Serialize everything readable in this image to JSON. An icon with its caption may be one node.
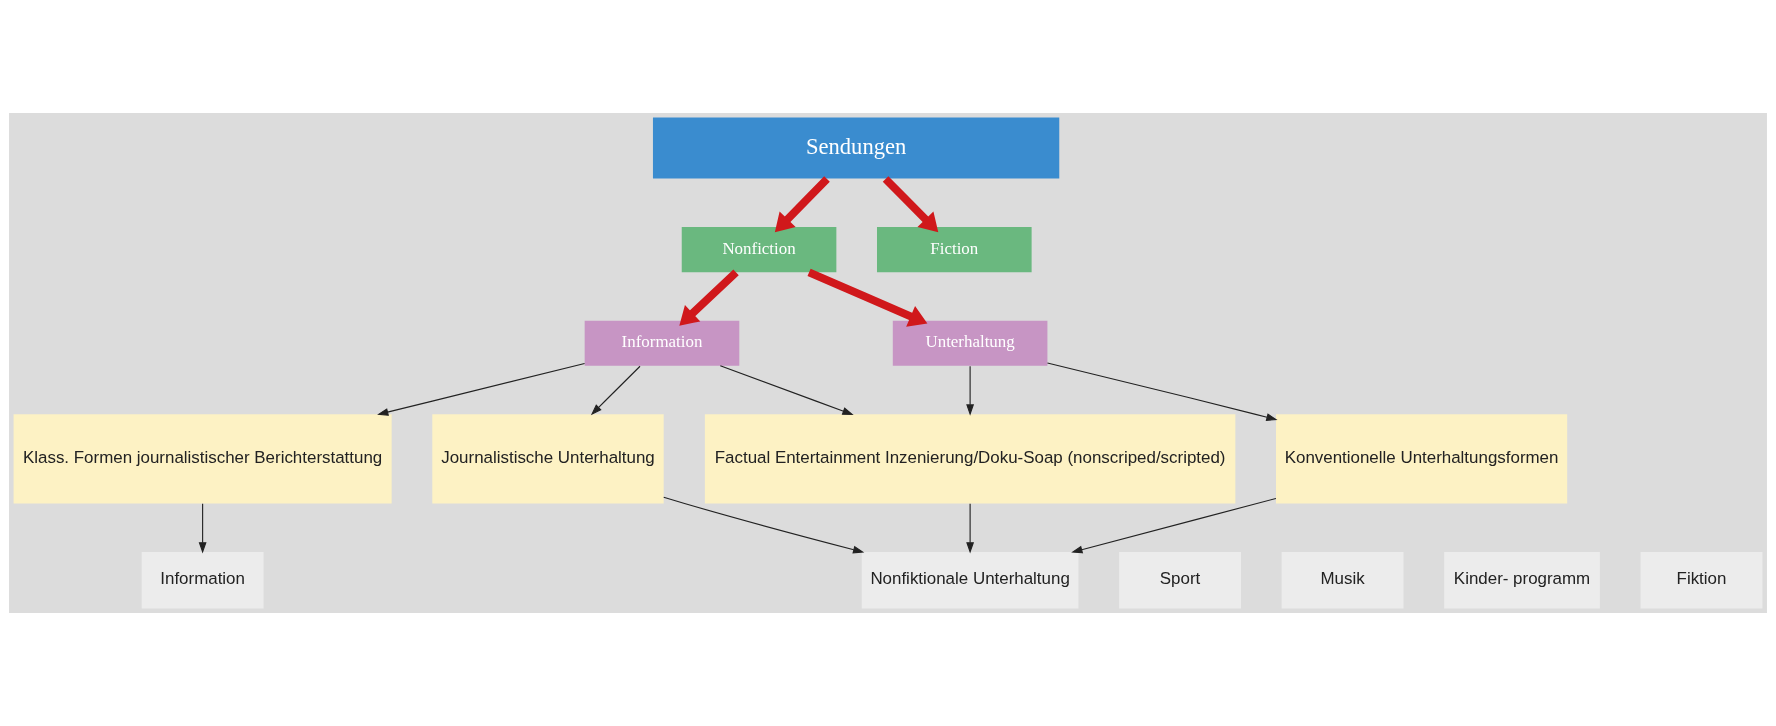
{
  "diagram": {
    "nodes": [
      {
        "text": [
          "Sendungen"
        ]
      },
      {
        "text": [
          "Nonfiction"
        ]
      },
      {
        "text": [
          "Fiction"
        ]
      },
      {
        "text": [
          "Information"
        ]
      },
      {
        "text": [
          "Unterhaltung"
        ]
      },
      {
        "text": [
          "Klass. Formen journalistischer Berichterstattung"
        ]
      },
      {
        "text": [
          "Journalistische Unterhaltung"
        ]
      },
      {
        "text": [
          "Factual Entertainment Inzenierung/Doku-Soap (nonscriped/scripted)"
        ]
      },
      {
        "text": [
          "Konventionelle Unterhaltungsformen"
        ]
      },
      {
        "text": [
          "Information"
        ]
      },
      {
        "text": [
          "Sport"
        ]
      },
      {
        "text": [
          "Nonfiktionale Unterhaltung"
        ]
      },
      {
        "text": [
          "Musik"
        ]
      },
      {
        "text": [
          "Kinder- programm"
        ]
      },
      {
        "text": [
          "Fiktion"
        ]
      }
    ],
    "edges": [
      {
        "from": 0,
        "to": 1,
        "arrow": "to",
        "style": "thick",
        "color": "#d0181b"
      },
      {
        "from": 0,
        "to": 2,
        "arrow": "to",
        "style": "thick",
        "color": "#d0181b"
      },
      {
        "from": 1,
        "to": 3,
        "arrow": "to",
        "style": "thick",
        "color": "#d0181b"
      },
      {
        "from": 1,
        "to": 4,
        "arrow": "to",
        "style": "thick",
        "color": "#d0181b"
      },
      {
        "from": 3,
        "to": 5,
        "arrow": "to"
      },
      {
        "from": 3,
        "to": 6,
        "arrow": "to"
      },
      {
        "from": 3,
        "to": 7,
        "arrow": "to"
      },
      {
        "from": 4,
        "to": 7,
        "arrow": "to"
      },
      {
        "from": 4,
        "to": 8,
        "arrow": "to"
      },
      {
        "from": 5,
        "to": 9,
        "arrow": "to"
      },
      {
        "from": 6,
        "to": 11,
        "arrow": "to"
      },
      {
        "from": 7,
        "to": 11,
        "arrow": "to"
      },
      {
        "from": 8,
        "to": 11,
        "arrow": "to"
      }
    ]
  }
}
